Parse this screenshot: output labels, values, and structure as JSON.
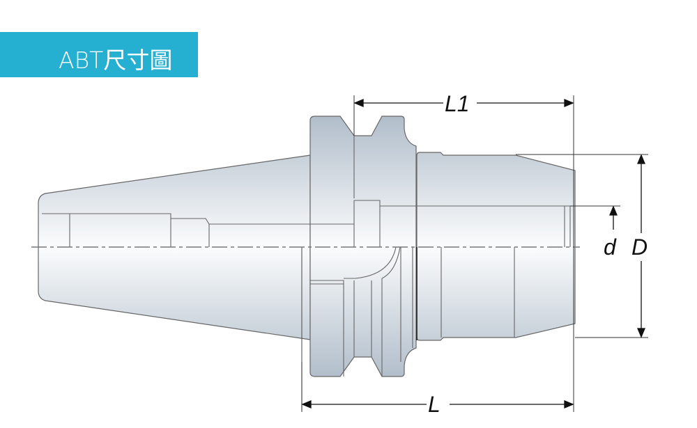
{
  "header": {
    "title": "ABT尺寸圖",
    "color": "#25afd0"
  },
  "drawing": {
    "dimensions": {
      "L1": "L1",
      "L": "L",
      "D": "D",
      "d": "d"
    }
  }
}
